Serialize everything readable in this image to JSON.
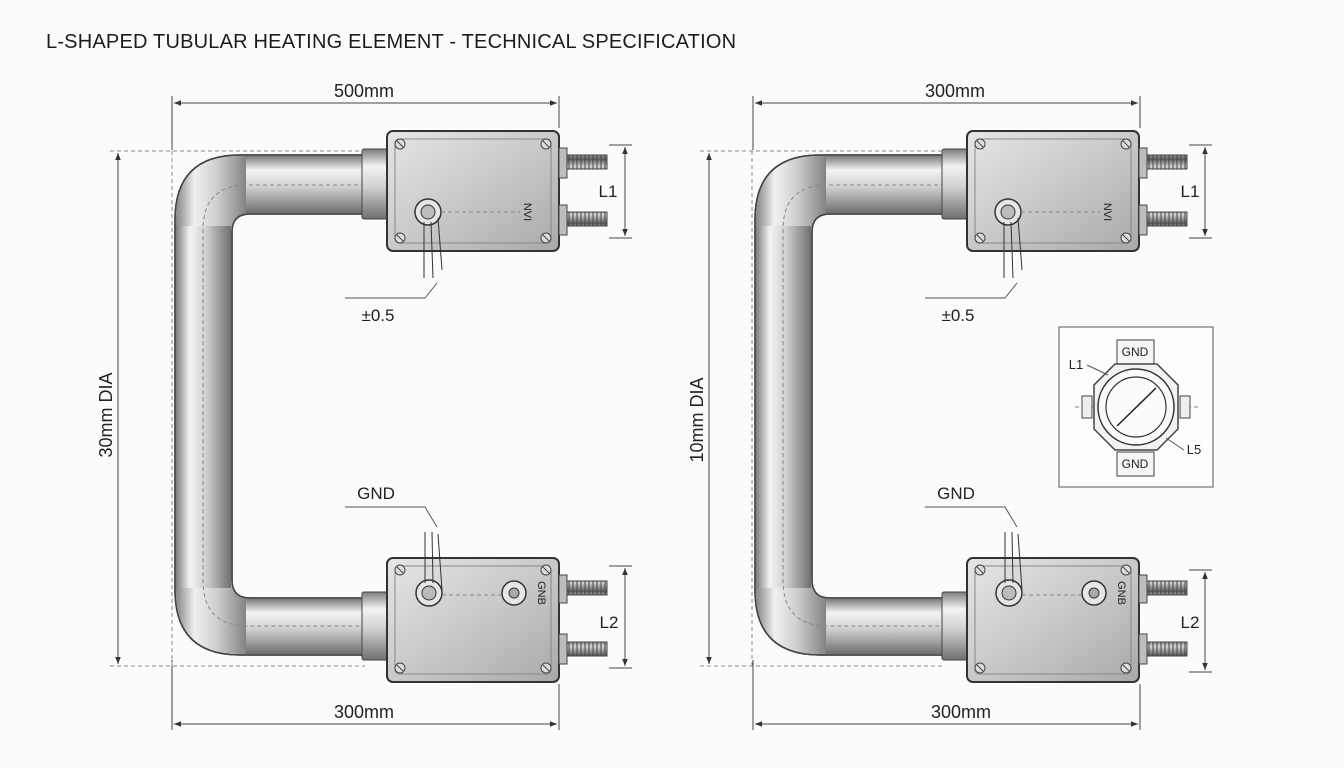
{
  "title": "L-SHAPED TUBULAR HEATING ELEMENT - TECHNICAL SPECIFICATION",
  "left_view": {
    "top_width": "500mm",
    "bottom_width": "300mm",
    "height_label": "30mm DIA",
    "tolerance": "±0.5",
    "gnd_label": "GND",
    "terminal_top": "L1",
    "terminal_bottom": "L2",
    "box_mark_top": "NVI",
    "box_mark_bottom": "GNB"
  },
  "right_view": {
    "top_width": "300mm",
    "bottom_width": "300mm",
    "height_label": "10mm DIA",
    "tolerance": "±0.5",
    "gnd_label": "GND",
    "terminal_top": "L1",
    "terminal_bottom": "L2",
    "box_mark_top": "NVI",
    "box_mark_bottom": "GNB"
  },
  "detail_view": {
    "gnd_top": "GND",
    "gnd_bottom": "GND",
    "label_l1": "L1",
    "label_l5": "L5"
  },
  "colors": {
    "metal_light": "#f2f2f2",
    "metal_dark": "#8a8a8a",
    "outline": "#444444"
  }
}
